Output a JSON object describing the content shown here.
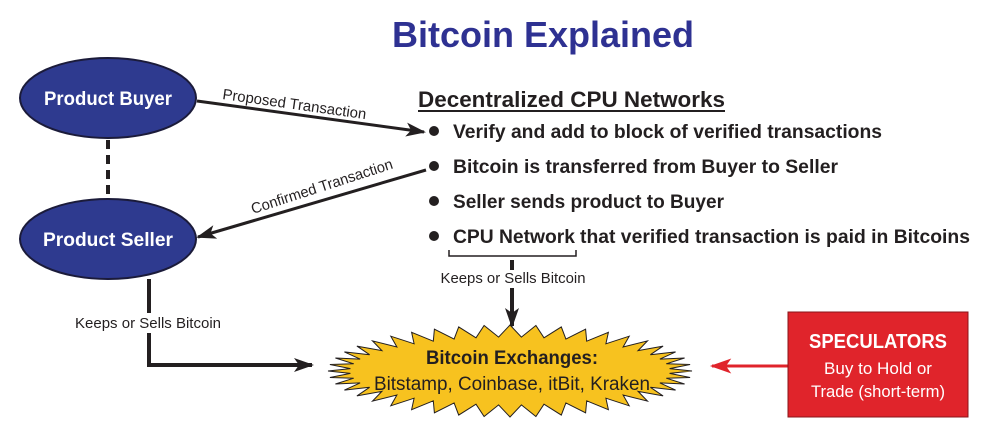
{
  "title": "Bitcoin Explained",
  "nodes": {
    "buyer": "Product Buyer",
    "seller": "Product Seller"
  },
  "edges": {
    "proposed": "Proposed Transaction",
    "confirmed": "Confirmed Transaction",
    "seller_keeps": "Keeps or Sells Bitcoin",
    "network_keeps": "Keeps or Sells Bitcoin"
  },
  "network": {
    "heading": "Decentralized CPU Networks",
    "bullets": [
      "Verify and add to block of verified transactions",
      "Bitcoin is transferred from Buyer to Seller",
      "Seller sends product to Buyer",
      "that verified transaction is paid in Bitcoins"
    ],
    "bracketed": "CPU Network"
  },
  "exchanges": {
    "heading": "Bitcoin Exchanges:",
    "list": "Bitstamp, Coinbase, itBit, Kraken"
  },
  "speculators": {
    "heading": "SPECULATORS",
    "line1": "Buy to Hold or",
    "line2": "Trade (short-term)"
  },
  "colors": {
    "title": "#2e3192",
    "node_fill": "#2e3a8f",
    "burst_fill": "#f7c21f",
    "speculator_fill": "#e0242b",
    "speculator_arrow": "#e0242b",
    "ink": "#231f20"
  }
}
